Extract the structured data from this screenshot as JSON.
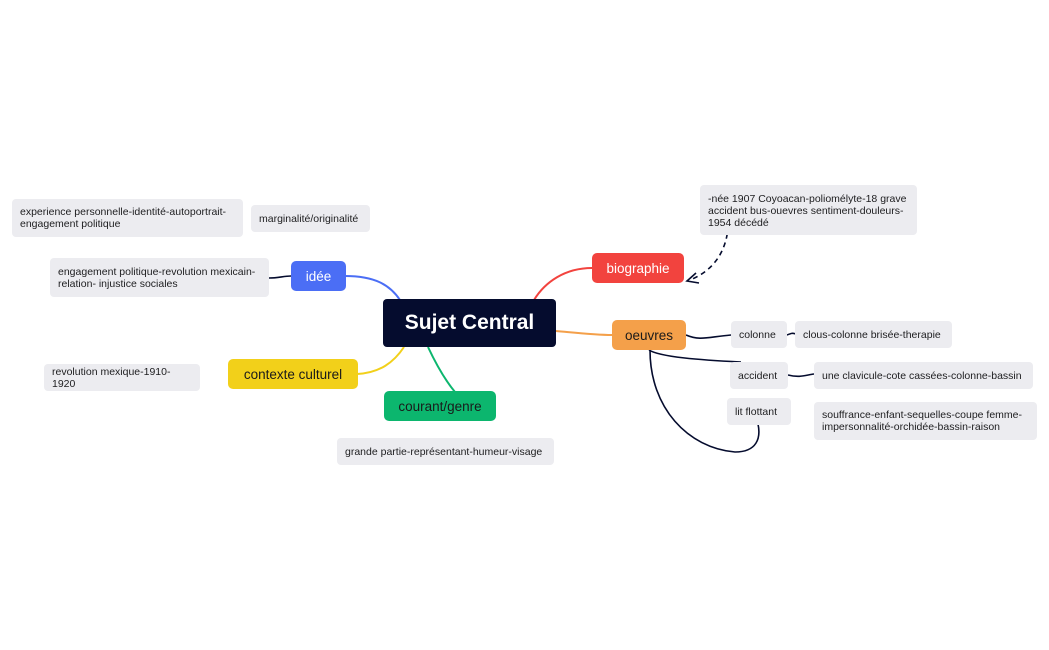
{
  "central": {
    "label": "Sujet Central",
    "color": "#050c2e"
  },
  "branches": {
    "idee": {
      "label": "idée",
      "color": "#4b6ef5"
    },
    "contexte": {
      "label": "contexte culturel",
      "color": "#f2d01a"
    },
    "courant": {
      "label": "courant/genre",
      "color": "#0cb66e"
    },
    "biographie": {
      "label": "biographie",
      "color": "#f2433e"
    },
    "oeuvres": {
      "label": "oeuvres",
      "color": "#f4a04a"
    }
  },
  "notes": {
    "experience": "experience personnelle-identité-autoportrait-engagement politique",
    "marginalite": "marginalité/originalité",
    "engagement": "engagement politique-revolution mexicain-relation- injustice sociales",
    "revolution": "revolution mexique-1910-1920",
    "grande_partie": "grande partie-représentant-humeur-visage",
    "bio_detail": "-née 1907 Coyoacan-poliomélyte-18 grave accident bus-ouevres sentiment-douleurs-1954 décédé",
    "colonne": "colonne",
    "clous": "clous-colonne brisée-therapie",
    "accident": "accident",
    "clavicule": "une clavicule-cote cassées-colonne-bassin",
    "lit": "lit flottant",
    "souffrance": "souffrance-enfant-sequelles-coupe femme-impersonnalité-orchidée-bassin-raison"
  }
}
